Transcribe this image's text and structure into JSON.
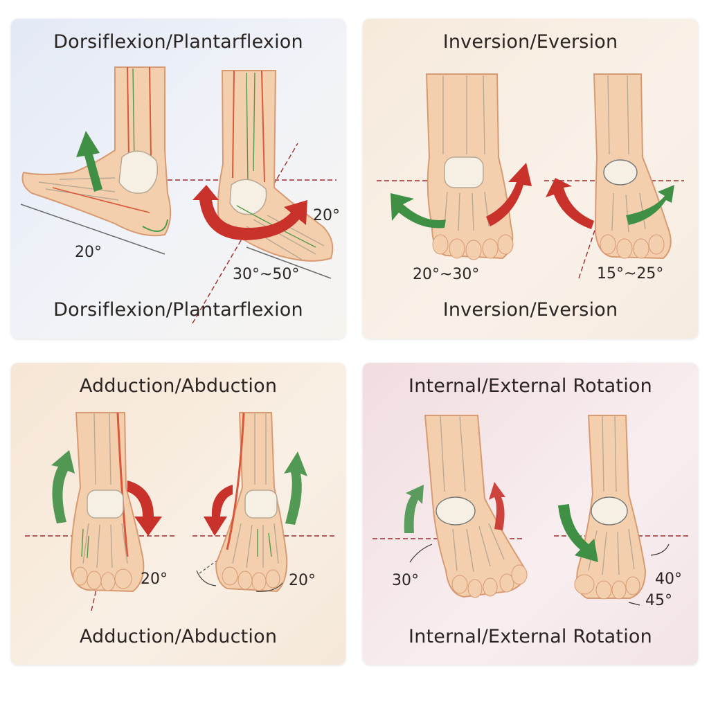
{
  "colors": {
    "skin": "#f3cfad",
    "skin_edge": "#d89a72",
    "bone": "#f6efe4",
    "bone_edge": "#b8a893",
    "muscle": "#d9583c",
    "vein": "#4f9a4a",
    "arrow_green": "#3f8f45",
    "arrow_red": "#c9312b",
    "ref_line": "#9b2a2a"
  },
  "panels": [
    {
      "title_top": "Dorsiflexion/Plantarflexion",
      "title_bottom": "Dorsiflexion/Plantarflexion",
      "angles": [
        "20°",
        "20°",
        "30°~50°"
      ]
    },
    {
      "title_top": "Inversion/Eversion",
      "title_bottom": "Inversion/Eversion",
      "angles": [
        "20°~30°",
        "15°~25°"
      ]
    },
    {
      "title_top": "Adduction/Abduction",
      "title_bottom": "Adduction/Abduction",
      "angles": [
        "20°",
        "20°"
      ]
    },
    {
      "title_top": "Internal/External Rotation",
      "title_bottom": "Internal/External Rotation",
      "angles": [
        "30°",
        "40°",
        "45°"
      ]
    }
  ]
}
